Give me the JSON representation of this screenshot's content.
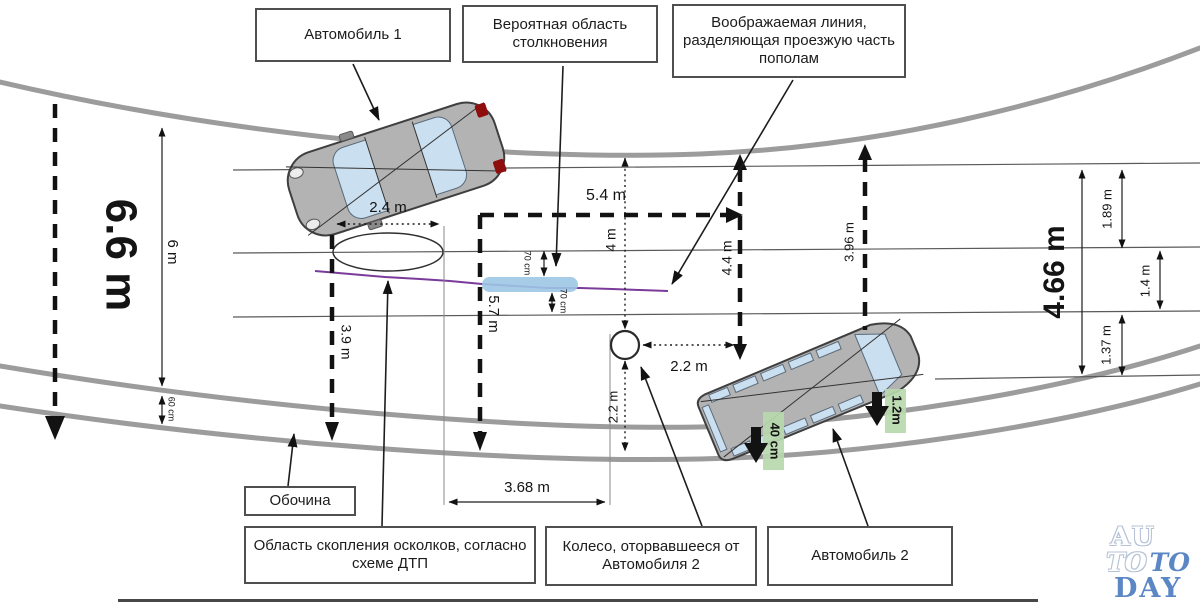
{
  "callouts": {
    "car1": "Автомобиль 1",
    "collision_area": "Вероятная область столкновения",
    "imaginary_line": "Воображаемая линия, разделяющая проезжую часть пополам",
    "shoulder": "Обочина",
    "debris_area": "Область скопления осколков, согласно схеме ДТП",
    "wheel": "Колесо, оторвавшееся от Автомобиля 2",
    "car2": "Автомобиль 2"
  },
  "measures": {
    "m66": "6.6 m",
    "m6": "6 m",
    "m60cm": "60 cm",
    "m39": "3.9 m",
    "m57": "5.7 m",
    "m70a": "70 cm",
    "m70b": "70 cm",
    "m24": "2.4 m",
    "m54": "5.4 m",
    "m4": "4 m",
    "m22a": "2.2 m",
    "m22b": "2.2 m",
    "m368": "3.68 m",
    "m44": "4.4 m",
    "m396": "3.96 m",
    "m40cm": "40 cm",
    "m12": "1.2m",
    "m466": "4.66 m",
    "m189": "1.89 m",
    "m14": "1.4 m",
    "m137": "1.37 m"
  },
  "watermark": {
    "top": "AU",
    "mid_left": "TO",
    "mid_right": "TO",
    "bottom": "DAY"
  },
  "colors": {
    "road_gray": "#9c9c9c",
    "collision_blue": "#9dc6e6",
    "imaginary_purple": "#7a3b9b",
    "highlight_green": "#b9d9ae",
    "watermark_blue": "#5b87c5"
  }
}
